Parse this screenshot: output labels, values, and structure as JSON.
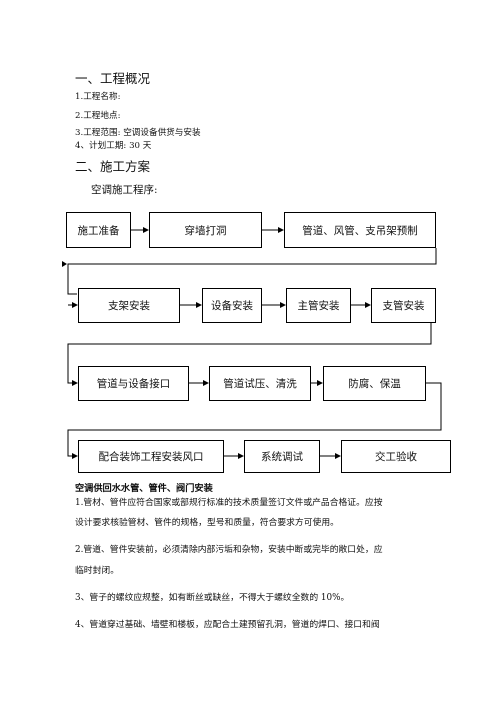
{
  "section1": {
    "title": "一、工程概况",
    "items": [
      "1.工程名称:",
      "2.工程地点:",
      "3.工程范围: 空调设备供货与安装",
      "4、计划工期: 30 天"
    ]
  },
  "section2": {
    "title": "二、施工方案",
    "procedure_label": "空调施工程序:"
  },
  "flow": {
    "row1": [
      "施工准备",
      "穿墙打洞",
      "管道、风管、支吊架预制"
    ],
    "row2": [
      "支架安装",
      "设备安装",
      "主管安装",
      "支管安装"
    ],
    "row3": [
      "管道与设备接口",
      "管道试压、清洗",
      "防腐、保温"
    ],
    "row4": [
      "配合装饰工程安装风口",
      "系统调试",
      "交工验收"
    ]
  },
  "section3": {
    "heading": "空调供回水水管、管件、阀门安装",
    "p1_line1": "1.管材、管件应符合国家或部规行标准的技术质量签订文件或产品合格证。应按",
    "p1_line2": "设计要求核验管材、管件的规格，型号和质量，符合要求方可使用。",
    "p2_line1": "2.管道、管件安装前，必须清除内部污垢和杂物，安装中断或完毕的敞口处，应",
    "p2_line2": "临时封闭。",
    "p3_line1": "3、管子的螺纹应规整，如有断丝或缺丝，不得大于螺纹全数的 10%。",
    "p4_line1": "4、管道穿过基础、墙壁和楼板，应配合土建预留孔洞，管道的焊口、接口和阀"
  }
}
